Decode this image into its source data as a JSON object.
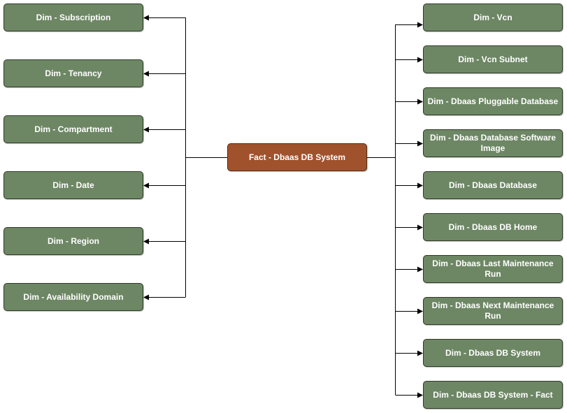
{
  "colors": {
    "dimension_fill": "#6d8764",
    "fact_fill": "#a0522d",
    "connector": "#000000",
    "text": "#ffffff"
  },
  "fact": {
    "label": "Fact - Dbaas DB System"
  },
  "left_dimensions": [
    {
      "label": "Dim - Subscription"
    },
    {
      "label": "Dim - Tenancy"
    },
    {
      "label": "Dim - Compartment"
    },
    {
      "label": "Dim - Date"
    },
    {
      "label": "Dim - Region"
    },
    {
      "label": "Dim - Availability Domain"
    }
  ],
  "right_dimensions": [
    {
      "label": "Dim - Vcn"
    },
    {
      "label": "Dim - Vcn Subnet"
    },
    {
      "label": "Dim - Dbaas Pluggable Database"
    },
    {
      "label": "Dim - Dbaas Database Software Image"
    },
    {
      "label": "Dim - Dbaas Database"
    },
    {
      "label": "Dim - Dbaas DB Home"
    },
    {
      "label": "Dim - Dbaas Last Maintenance Run"
    },
    {
      "label": "Dim - Dbaas Next Maintenance Run"
    },
    {
      "label": "Dim - Dbaas DB System"
    },
    {
      "label": "Dim - Dbaas DB System - Fact"
    }
  ]
}
